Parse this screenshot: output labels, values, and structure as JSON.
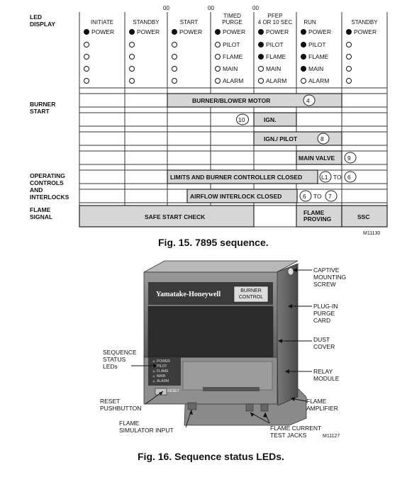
{
  "fig15": {
    "zero_labels": [
      "00",
      "00",
      "00"
    ],
    "row_labels": {
      "led_display": "LED\nDISPLAY",
      "burner_start": "BURNER\nSTART",
      "operating_controls": "OPERATING\nCONTROLS\nAND\nINTERLOCKS",
      "flame_signal": "FLAME\nSIGNAL"
    },
    "columns": [
      "INITIATE",
      "STANDBY",
      "START",
      "TIMED\nPURGE",
      "PFEP\n4 OR 10 SEC",
      "RUN",
      "STANDBY"
    ],
    "led_labels": [
      "POWER",
      "PILOT",
      "FLAME",
      "MAIN",
      "ALARM"
    ],
    "led_states": [
      [
        true,
        false,
        false,
        false,
        false
      ],
      [
        true,
        false,
        false,
        false,
        false
      ],
      [
        true,
        false,
        false,
        false,
        false
      ],
      [
        true,
        false,
        false,
        false,
        false
      ],
      [
        true,
        true,
        true,
        false,
        false
      ],
      [
        true,
        true,
        true,
        true,
        false
      ],
      [
        true,
        false,
        false,
        false,
        false
      ]
    ],
    "bars": {
      "burner_blower_motor": "BURNER/BLOWER MOTOR",
      "burner_blower_motor_num": "4",
      "ign_num": "10",
      "ign": "IGN.",
      "ign_pilot": "IGN./ PILOT",
      "ign_pilot_num": "8",
      "main_valve": "MAIN VALVE",
      "main_valve_num": "9",
      "limits": "LIMITS AND BURNER CONTROLLER CLOSED",
      "limits_from": "L1",
      "limits_to_word": "TO",
      "limits_to": "6",
      "airflow": "AIRFLOW INTERLOCK CLOSED",
      "airflow_from": "6",
      "airflow_to_word": "TO",
      "airflow_to": "7",
      "safe_start": "SAFE START CHECK",
      "flame_proving": "FLAME\nPROVING",
      "ssc": "SSC"
    },
    "figure_code": "M11130",
    "caption": "Fig. 15. 7895 sequence."
  },
  "fig16": {
    "brand": "Yamatake-Honeywell",
    "badge": "BURNER\nCONTROL",
    "device_leds": [
      "POWER",
      "PILOT",
      "FLAME",
      "MAIN",
      "ALARM"
    ],
    "device_reset": "RESET",
    "callouts": {
      "captive_screw": "CAPTIVE\nMOUNTING\nSCREW",
      "plugin_card": "PLUG-IN\nPURGE\nCARD",
      "dust_cover": "DUST\nCOVER",
      "relay_module": "RELAY\nMODULE",
      "flame_amplifier": "FLAME\nAMPLIFIER",
      "sequence_leds": "SEQUENCE\nSTATUS\nLEDs",
      "reset_pushbutton": "RESET\nPUSHBUTTON",
      "flame_simulator": "FLAME\nSIMULATOR INPUT",
      "flame_current": "FLAME CURRENT\nTEST JACKS"
    },
    "figure_code": "M11127",
    "caption": "Fig. 16. Sequence status LEDs."
  }
}
